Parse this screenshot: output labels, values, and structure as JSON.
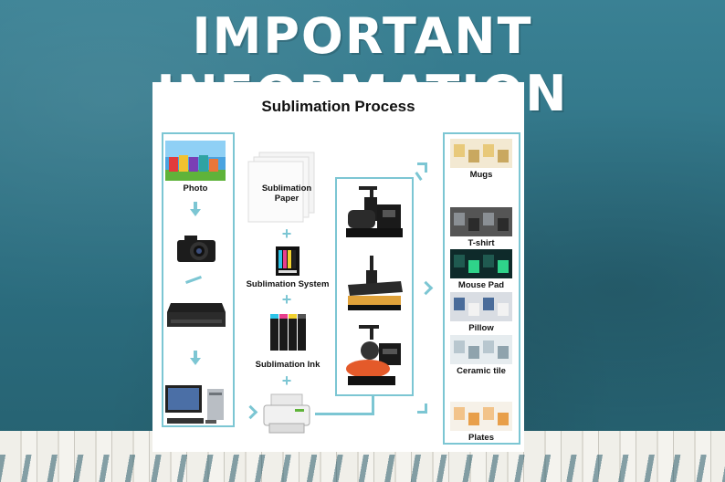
{
  "headline": "IMPORTANT INFORMATION",
  "diagram": {
    "title": "Sublimation Process",
    "left_column": {
      "photo_label": "Photo"
    },
    "middle_column": {
      "paper_label": "Sublimation\nPaper",
      "system_label": "Sublimation System",
      "ink_label": "Sublimation Ink"
    },
    "outputs": [
      {
        "label": "Mugs",
        "icon": "mugs-icon"
      },
      {
        "label": "T-shirt",
        "icon": "tshirt-icon"
      },
      {
        "label": "Mouse Pad",
        "icon": "mouse-pad-icon"
      },
      {
        "label": "Pillow",
        "icon": "pillow-icon"
      },
      {
        "label": "Ceramic tile",
        "icon": "ceramic-tile-icon"
      },
      {
        "label": "Plates",
        "icon": "plates-icon"
      }
    ],
    "colors": {
      "accent": "#7cc6d3",
      "background": "#2f7385"
    }
  }
}
